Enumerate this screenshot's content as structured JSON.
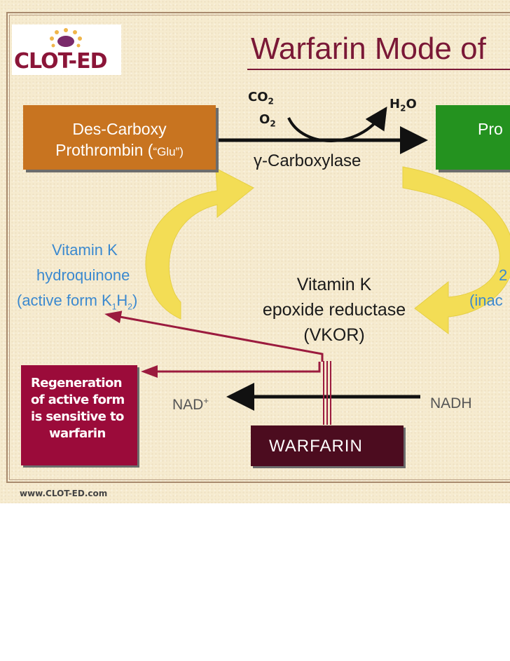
{
  "logo": {
    "text": "CLOT-ED"
  },
  "title": "Warfarin Mode of",
  "boxes": {
    "descarboxy_line1": "Des-Carboxy",
    "descarboxy_line2_main": "Prothrombin (",
    "descarboxy_line2_glu": "“Glu”)",
    "prothrombin": "Pro",
    "regeneration": [
      "Regeneration",
      "of active form",
      "is sensitive to",
      "warfarin"
    ],
    "warfarin": "WARFARIN"
  },
  "reaction": {
    "co2": "CO",
    "co2_sub": "2",
    "o2": "O",
    "o2_sub": "2",
    "h2o_h": "H",
    "h2o_sub": "2",
    "h2o_o": "O",
    "enzyme": "γ-Carboxylase"
  },
  "vitamin_k": {
    "line1": "Vitamin  K",
    "line2": "hydroquinone",
    "line3_main": "(active form K",
    "line3_sub1": "1",
    "line3_mid": "H",
    "line3_sub2": "2",
    "line3_end": ")"
  },
  "right_cut": {
    "line1": "2",
    "line2": "(inac"
  },
  "vkor": {
    "line1": "Vitamin K",
    "line2": "epoxide reductase",
    "line3": "(VKOR)"
  },
  "cofactors": {
    "nad": "NAD",
    "nad_sup": "+",
    "nadh": "NADH"
  },
  "footer": "www.CLOT-ED.com",
  "colors": {
    "background": "#f6ebcf",
    "descarboxy": "#c87420",
    "prothrombin": "#24921f",
    "regeneration": "#9b0b3a",
    "warfarin": "#4c0c1f",
    "cycle_arrow": "#f3dd55",
    "inhibition_line": "#9b1b3e",
    "vitamin_text": "#3b89cf"
  }
}
